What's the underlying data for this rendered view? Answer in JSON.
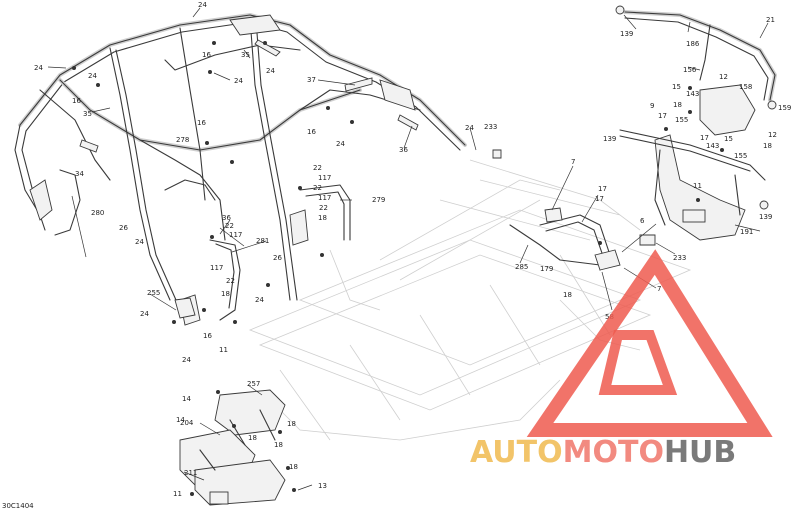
{
  "diagram": {
    "drawing_code": "30C1404",
    "callouts": [
      {
        "id": "c24a",
        "label": "24"
      },
      {
        "id": "c16a",
        "label": "16"
      },
      {
        "id": "c35a",
        "label": "35"
      },
      {
        "id": "c24b",
        "label": "24"
      },
      {
        "id": "c24c",
        "label": "24"
      },
      {
        "id": "c24d",
        "label": "24"
      },
      {
        "id": "c16b",
        "label": "16"
      },
      {
        "id": "c35b",
        "label": "35"
      },
      {
        "id": "c278",
        "label": "278"
      },
      {
        "id": "c16c",
        "label": "16"
      },
      {
        "id": "c34",
        "label": "34"
      },
      {
        "id": "c280",
        "label": "280"
      },
      {
        "id": "c24e",
        "label": "24"
      },
      {
        "id": "c37",
        "label": "37"
      },
      {
        "id": "c16d",
        "label": "16"
      },
      {
        "id": "c24f",
        "label": "24"
      },
      {
        "id": "c36a",
        "label": "36"
      },
      {
        "id": "c24g",
        "label": "24"
      },
      {
        "id": "c233a",
        "label": "233"
      },
      {
        "id": "c22a",
        "label": "22"
      },
      {
        "id": "c117a",
        "label": "117"
      },
      {
        "id": "c22b",
        "label": "22"
      },
      {
        "id": "c117b",
        "label": "117"
      },
      {
        "id": "c279",
        "label": "279"
      },
      {
        "id": "c22c",
        "label": "22"
      },
      {
        "id": "c18a",
        "label": "18"
      },
      {
        "id": "c36b",
        "label": "36"
      },
      {
        "id": "c26a",
        "label": "26"
      },
      {
        "id": "c24h",
        "label": "24"
      },
      {
        "id": "c22d",
        "label": "22"
      },
      {
        "id": "c117c",
        "label": "117"
      },
      {
        "id": "c281",
        "label": "281"
      },
      {
        "id": "c117d",
        "label": "117"
      },
      {
        "id": "c22e",
        "label": "22"
      },
      {
        "id": "c26b",
        "label": "26"
      },
      {
        "id": "c24i",
        "label": "24"
      },
      {
        "id": "c18b",
        "label": "18"
      },
      {
        "id": "c255",
        "label": "255"
      },
      {
        "id": "c24j",
        "label": "24"
      },
      {
        "id": "c16e",
        "label": "16"
      },
      {
        "id": "c11a",
        "label": "11"
      },
      {
        "id": "c24k",
        "label": "24"
      },
      {
        "id": "c139a",
        "label": "139"
      },
      {
        "id": "c186",
        "label": "186"
      },
      {
        "id": "c21",
        "label": "21"
      },
      {
        "id": "c156",
        "label": "156"
      },
      {
        "id": "c12a",
        "label": "12"
      },
      {
        "id": "c158",
        "label": "158"
      },
      {
        "id": "c15a",
        "label": "15"
      },
      {
        "id": "c143a",
        "label": "143"
      },
      {
        "id": "c159",
        "label": "159"
      },
      {
        "id": "c9",
        "label": "9"
      },
      {
        "id": "c18c",
        "label": "18"
      },
      {
        "id": "c17a",
        "label": "17"
      },
      {
        "id": "c155a",
        "label": "155"
      },
      {
        "id": "c139b",
        "label": "139"
      },
      {
        "id": "c17b",
        "label": "17"
      },
      {
        "id": "c143b",
        "label": "143"
      },
      {
        "id": "c15b",
        "label": "15"
      },
      {
        "id": "c155b",
        "label": "155"
      },
      {
        "id": "c12b",
        "label": "12"
      },
      {
        "id": "c18d",
        "label": "18"
      },
      {
        "id": "c11b",
        "label": "11"
      },
      {
        "id": "c139c",
        "label": "139"
      },
      {
        "id": "c191",
        "label": "191"
      },
      {
        "id": "c7a",
        "label": "7"
      },
      {
        "id": "c17c",
        "label": "17"
      },
      {
        "id": "c17d",
        "label": "17"
      },
      {
        "id": "c6",
        "label": "6"
      },
      {
        "id": "c233b",
        "label": "233"
      },
      {
        "id": "c285",
        "label": "285"
      },
      {
        "id": "c179",
        "label": "179"
      },
      {
        "id": "c18e",
        "label": "18"
      },
      {
        "id": "c7b",
        "label": "7"
      },
      {
        "id": "c58",
        "label": "58"
      },
      {
        "id": "c257",
        "label": "257"
      },
      {
        "id": "c14a",
        "label": "14"
      },
      {
        "id": "c14b",
        "label": "14"
      },
      {
        "id": "c18f",
        "label": "18"
      },
      {
        "id": "c204",
        "label": "204"
      },
      {
        "id": "c18g",
        "label": "18"
      },
      {
        "id": "c18h",
        "label": "18"
      },
      {
        "id": "c211",
        "label": "211"
      },
      {
        "id": "c18i",
        "label": "18"
      },
      {
        "id": "c11c",
        "label": "11"
      },
      {
        "id": "c13",
        "label": "13"
      }
    ]
  },
  "watermark": {
    "part1": "AUTO",
    "part2": "MOTO",
    "part3": "HUB",
    "color_part1": "#f2c469",
    "color_part2": "#f28a80",
    "color_part3": "#7a7a7a",
    "logo_color": "#ee5b4f"
  }
}
